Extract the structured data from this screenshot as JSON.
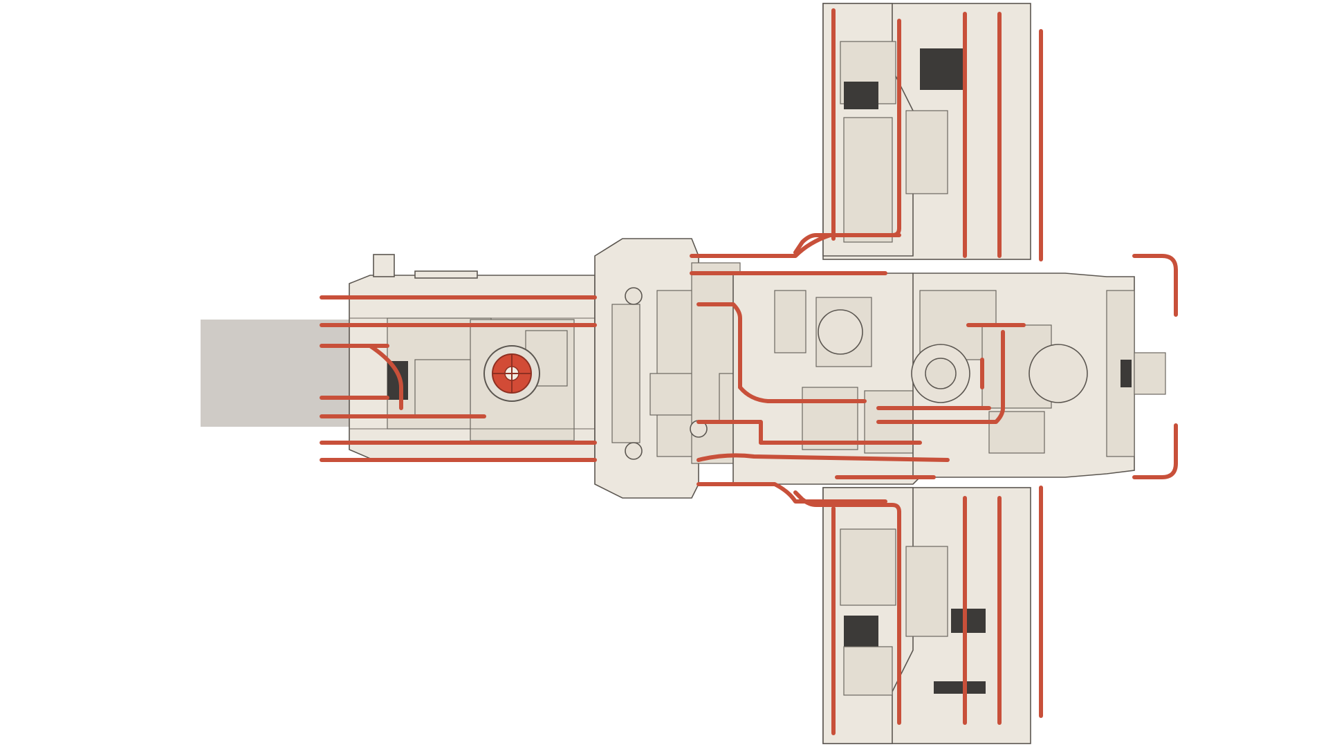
{
  "colors": {
    "background": "#ffffff",
    "hull": "#ece7de",
    "hull_shade": "#d9d2c6",
    "panel": "#e3ddd2",
    "line": "#5b5650",
    "pipe": "#c8503a",
    "pipe_edge": "#8e3022",
    "grille": "#3c3a38",
    "thruster": "#cfcbc6",
    "turret": "#d24b36"
  },
  "model": {
    "subject": "spacecraft-top-view",
    "parts": [
      "engine-exhaust",
      "aft-hull",
      "turret",
      "mid-hull",
      "core-module",
      "forward-hull",
      "wing-top",
      "wing-bottom",
      "nose-pipes"
    ]
  }
}
